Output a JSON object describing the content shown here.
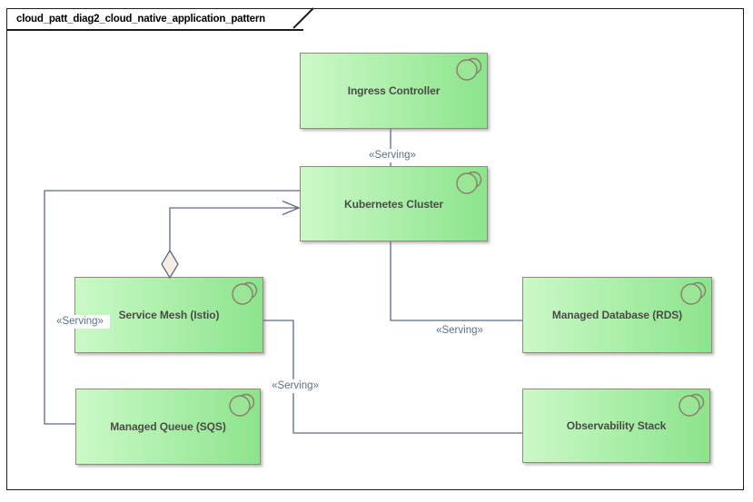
{
  "frame": {
    "title": "cloud_patt_diag2_cloud_native_application_pattern"
  },
  "nodes": [
    {
      "label": "Ingress Controller",
      "icon": "component-icon"
    },
    {
      "label": "Kubernetes Cluster",
      "icon": "component-icon"
    },
    {
      "label": "Service Mesh (Istio)",
      "icon": "component-icon"
    },
    {
      "label": "Managed Queue (SQS)",
      "icon": "component-icon"
    },
    {
      "label": "Managed Database (RDS)",
      "icon": "component-icon"
    },
    {
      "label": "Observability Stack",
      "icon": "component-icon"
    }
  ],
  "connectors": [
    {
      "from": "Ingress Controller",
      "to": "Kubernetes Cluster",
      "stereotype": "«Serving»",
      "style": "plain-orthogonal"
    },
    {
      "from": "Managed Queue (SQS)",
      "to": "Kubernetes Cluster",
      "stereotype": "«Serving»",
      "style": "plain-orthogonal"
    },
    {
      "from": "Service Mesh (Istio)",
      "to": "Kubernetes Cluster",
      "stereotype": "",
      "style": "aggregation-diamond-open-arrow"
    },
    {
      "from": "Kubernetes Cluster",
      "to": "Managed Database (RDS)",
      "stereotype": "«Serving»",
      "style": "plain-orthogonal"
    },
    {
      "from": "Service Mesh (Istio)",
      "to": "Observability Stack",
      "stereotype": "«Serving»",
      "style": "plain-orthogonal"
    }
  ],
  "colors": {
    "node_fill_light": "#cbf9c7",
    "node_fill_dark": "#8ce48c",
    "node_border": "#95897b",
    "node_text": "#4b4b47",
    "connector_line": "#5c6b82",
    "stereotype_text": "#5b7089",
    "diamond_fill": "#f6eee6",
    "frame_border": "#1c1c1c"
  }
}
